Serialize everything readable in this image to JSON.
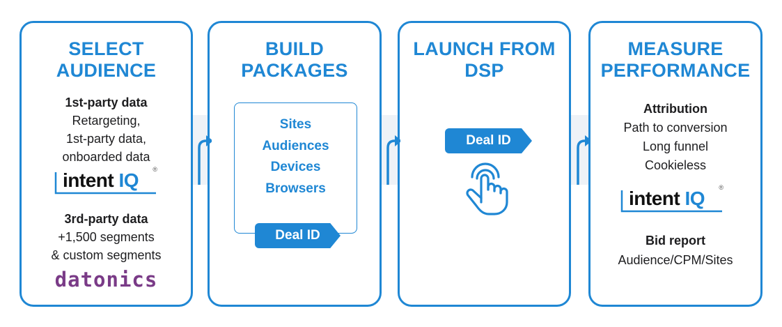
{
  "colors": {
    "accent": "#1f87d4",
    "text": "#1d1d1f",
    "datonics": "#7a3b87",
    "band": "#eef2f7"
  },
  "steps": [
    {
      "title_lines": [
        "SELECT",
        "AUDIENCE"
      ],
      "first_party": {
        "heading": "1st-party data",
        "lines": [
          "Retargeting,",
          "1st-party data,",
          "onboarded data"
        ]
      },
      "logo": {
        "word": "intent",
        "iq": "IQ",
        "reg": "®"
      },
      "third_party": {
        "heading": "3rd-party data",
        "lines": [
          "+1,500 segments",
          "& custom segments"
        ]
      },
      "datonics_logo": "datonics"
    },
    {
      "title_lines": [
        "BUILD",
        "PACKAGES"
      ],
      "items": [
        "Sites",
        "Audiences",
        "Devices",
        "Browsers"
      ],
      "tag": "Deal ID"
    },
    {
      "title_lines": [
        "LAUNCH FROM",
        "DSP"
      ],
      "tag": "Deal ID",
      "icon": "tap-hand-icon"
    },
    {
      "title_lines": [
        "MEASURE",
        "PERFORMANCE"
      ],
      "attribution": {
        "heading": "Attribution",
        "lines": [
          "Path to conversion",
          "Long funnel",
          "Cookieless"
        ]
      },
      "logo": {
        "word": "intent",
        "iq": "IQ",
        "reg": "®"
      },
      "bid_report": {
        "heading": "Bid report",
        "line": "Audience/CPM/Sites"
      }
    }
  ]
}
